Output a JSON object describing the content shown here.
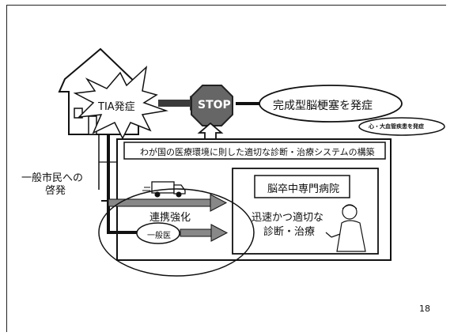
{
  "slide": {
    "tia": "TIA発症",
    "stop": "STOP",
    "complete": "完成型脳梗塞を発症",
    "heart": "心・大血管疾患を発症",
    "system": "わが国の医療環境に則した適切な診断・治療システムの構築",
    "public_line1": "一般市民への",
    "public_line2": "啓発",
    "hospital": "脳卒中専門病院",
    "collab": "連携強化",
    "rapid_line1": "迅速かつ適切な",
    "rapid_line2": "診断・治療",
    "gp": "一般医",
    "page": "18"
  },
  "colors": {
    "dark_gray": "#3a3a3a",
    "stop_red": "#666666",
    "line": "#111111"
  }
}
